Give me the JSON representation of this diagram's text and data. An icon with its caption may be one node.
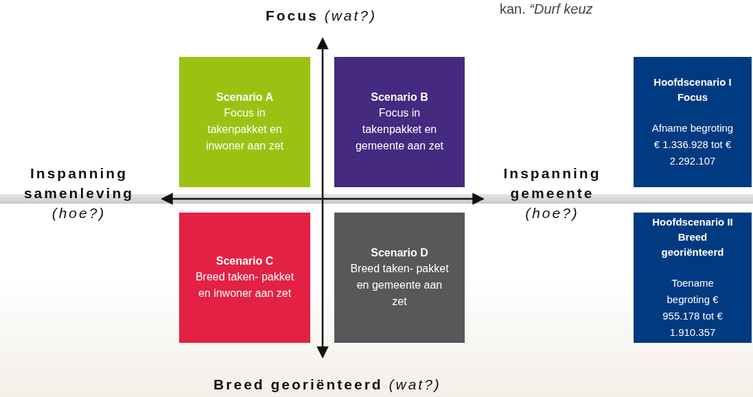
{
  "diagram": {
    "nodes": [
      {
        "text": [
          "Scenario A",
          "Focus in takenpakket en inwoner aan zet"
        ]
      },
      {
        "text": [
          "Scenario B",
          "Focus in takenpakket en gemeente aan zet"
        ]
      },
      {
        "text": [
          "Scenario C",
          "Breed taken- pakket en inwoner aan zet"
        ]
      },
      {
        "text": [
          "Scenario D",
          "Breed taken- pakket en gemeente aan zet"
        ]
      },
      {
        "text": [
          "Hoofdscenario I Focus",
          "Afname begroting € 1.336.928 tot € 2.292.107"
        ]
      },
      {
        "text": [
          "Hoofdscenario II Breed georiënteerd",
          "Toename begroting € 955.178 tot € 1.910.357"
        ]
      }
    ],
    "edges": [],
    "labels": [
      "kan. *“Durf keuz*",
      "Focus *(wat?)*",
      "Inspanning samenleving *(hoe?)*",
      "Inspanning gemeente *(hoe?)*",
      "Breed georiënteerd *(wat?)*"
    ]
  }
}
